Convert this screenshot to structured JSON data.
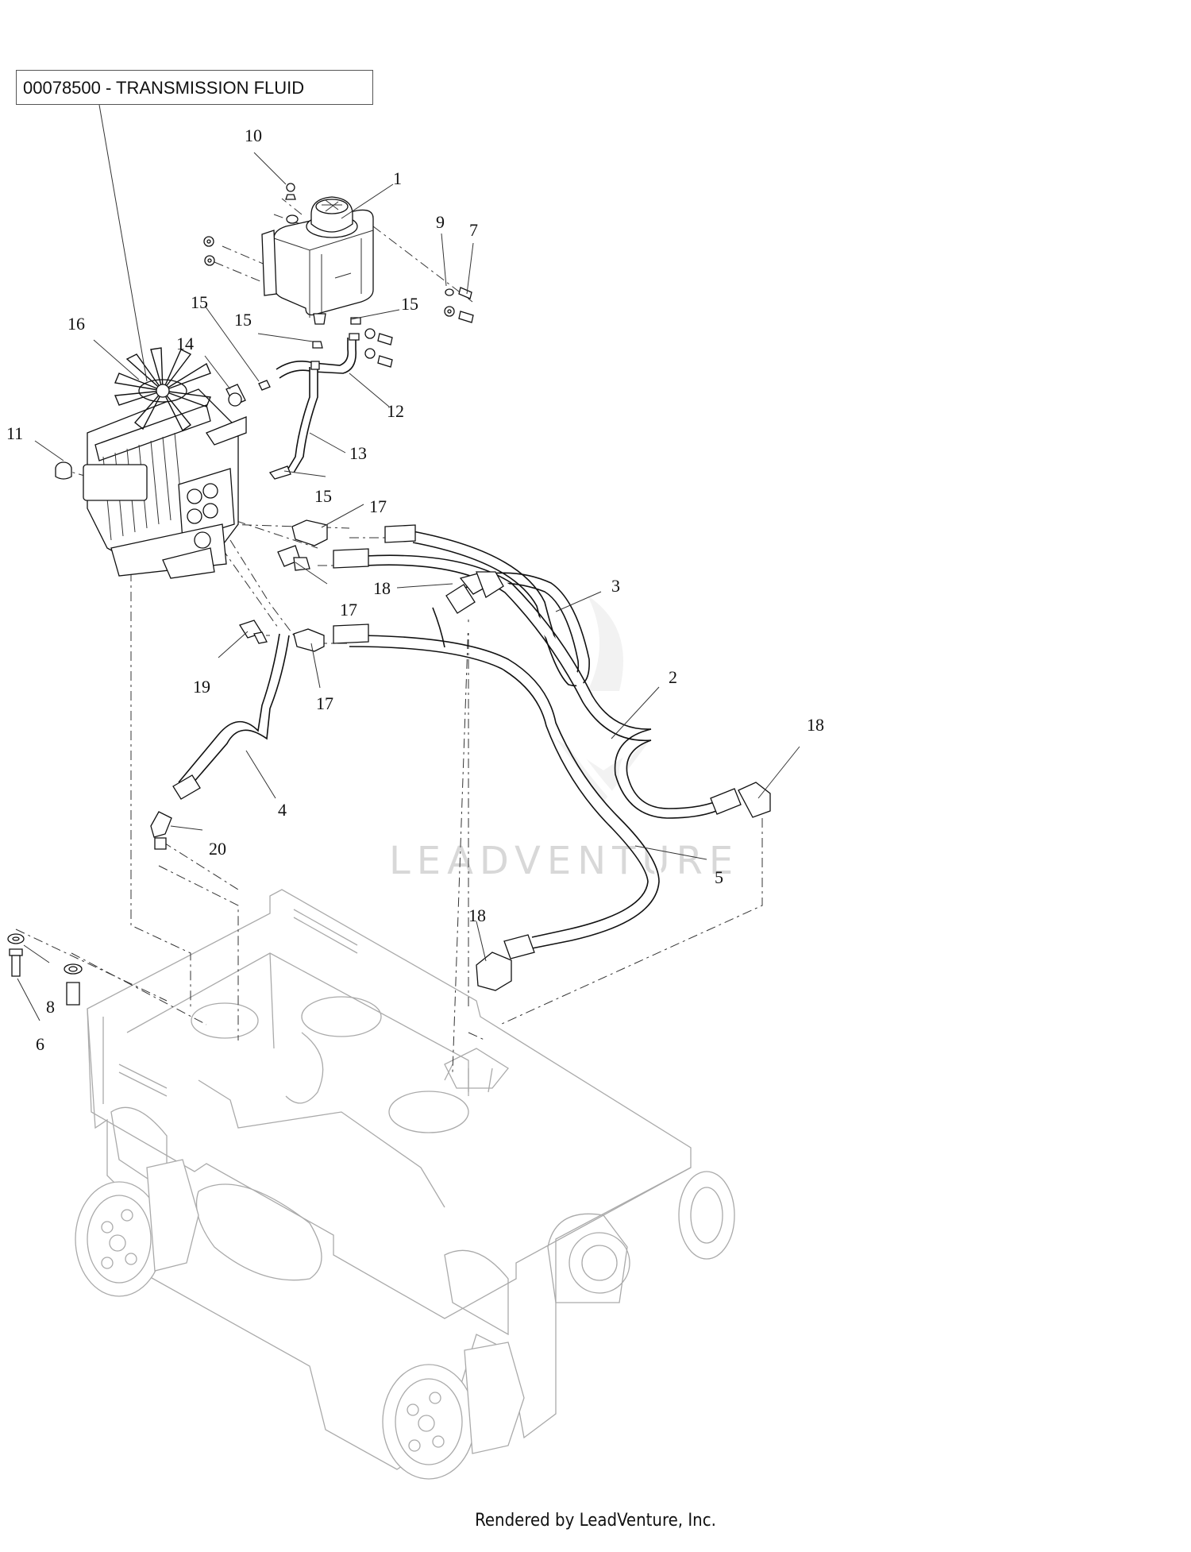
{
  "note": {
    "text": "00078500 - TRANSMISSION FLUID"
  },
  "callouts": [
    "10",
    "1",
    "9",
    "7",
    "15",
    "15",
    "15",
    "16",
    "14",
    "12",
    "11",
    "13",
    "15",
    "17",
    "17",
    "3",
    "18",
    "2",
    "19",
    "17",
    "18",
    "4",
    "20",
    "5",
    "18",
    "8",
    "6"
  ],
  "watermark": "LEADVENTURE",
  "footer": "Rendered by LeadVenture, Inc."
}
